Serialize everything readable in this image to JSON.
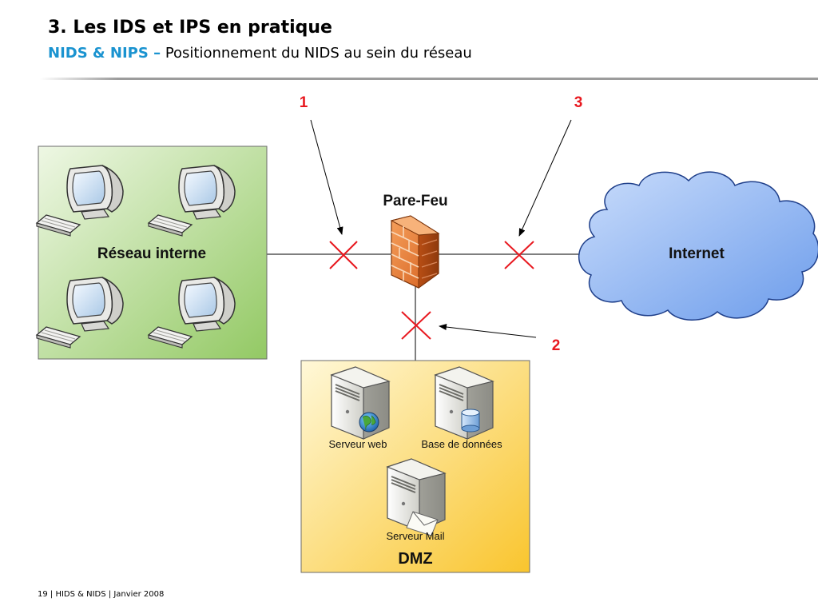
{
  "slide": {
    "title": "3. Les IDS et IPS en pratique",
    "subtitle_highlight": "NIDS & NIPS –",
    "subtitle_rest": " Positionnement du NIDS au sein du réseau",
    "footer": "19 | HIDS & NIDS | Janvier 2008"
  },
  "diagram": {
    "internal_network_label": "Réseau interne",
    "firewall_label": "Pare-Feu",
    "internet_label": "Internet",
    "dmz_label": "DMZ",
    "servers": {
      "web": "Serveur web",
      "database": "Base de données",
      "mail": "Serveur Mail"
    },
    "positions": {
      "p1": "1",
      "p2": "2",
      "p3": "3"
    }
  },
  "colors": {
    "accent": "#1a93d0",
    "marker": "#e8181f",
    "internal_fill": "#a6d27a",
    "dmz_fill": "#fbd04c",
    "cloud_fill": "#7fa9f2",
    "firewall": "#e8782b"
  }
}
